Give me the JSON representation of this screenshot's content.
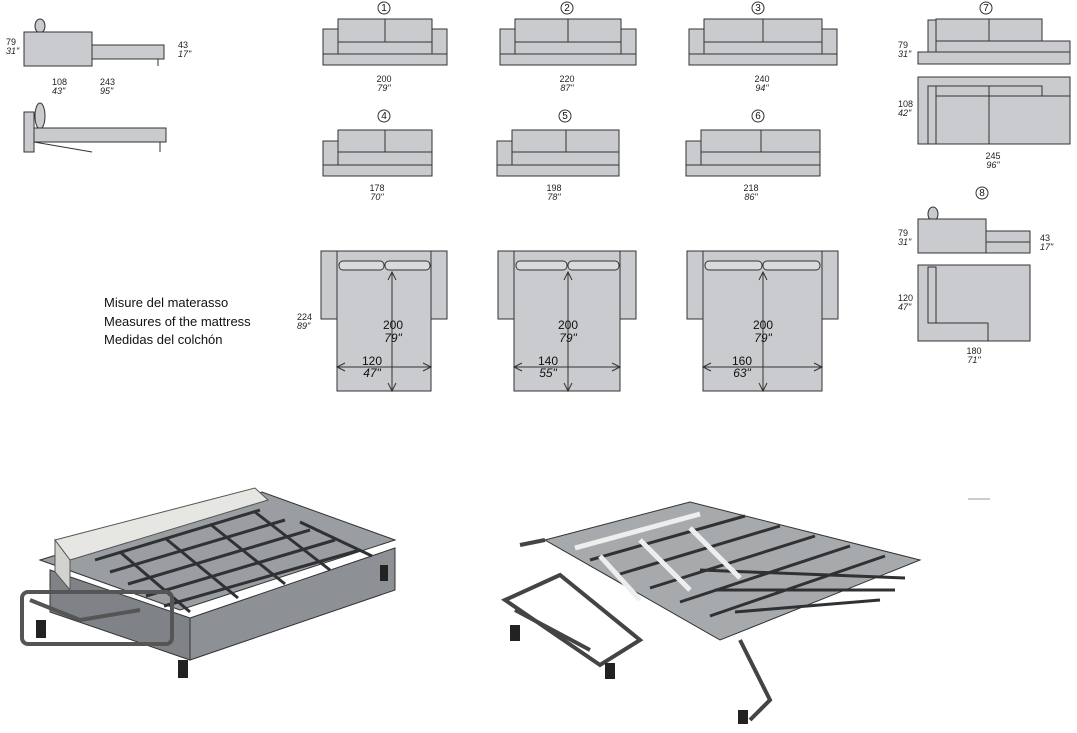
{
  "side_views": {
    "a": {
      "height_cm": "79",
      "height_in": "31\"",
      "depth_cm": "108",
      "depth_in": "43\"",
      "open_cm": "243",
      "open_in": "95\"",
      "seat_cm": "43",
      "seat_in": "17\""
    }
  },
  "sofas": [
    {
      "num": "1",
      "cm": "200",
      "in": "79\""
    },
    {
      "num": "2",
      "cm": "220",
      "in": "87\""
    },
    {
      "num": "3",
      "cm": "240",
      "in": "94\""
    },
    {
      "num": "4",
      "cm": "178",
      "in": "70\""
    },
    {
      "num": "5",
      "cm": "198",
      "in": "78\""
    },
    {
      "num": "6",
      "cm": "218",
      "in": "86\""
    }
  ],
  "corner7": {
    "num": "7",
    "h_cm": "79",
    "h_in": "31\"",
    "d_cm": "108",
    "d_in": "42\"",
    "w_cm": "245",
    "w_in": "96\""
  },
  "corner8": {
    "num": "8",
    "h_cm": "79",
    "h_in": "31\"",
    "seat_cm": "43",
    "seat_in": "17\"",
    "d_cm": "120",
    "d_in": "47\"",
    "w_cm": "180",
    "w_in": "71\""
  },
  "mattress": {
    "labels": [
      "Misure del materasso",
      "Measures of the mattress",
      "Medidas del colchón"
    ],
    "open_cm": "224",
    "open_in": "89\"",
    "beds": [
      {
        "len_cm": "200",
        "len_in": "79\"",
        "w_cm": "120",
        "w_in": "47\""
      },
      {
        "len_cm": "200",
        "len_in": "79\"",
        "w_cm": "140",
        "w_in": "55\""
      },
      {
        "len_cm": "200",
        "len_in": "79\"",
        "w_cm": "160",
        "w_in": "63\""
      }
    ]
  }
}
